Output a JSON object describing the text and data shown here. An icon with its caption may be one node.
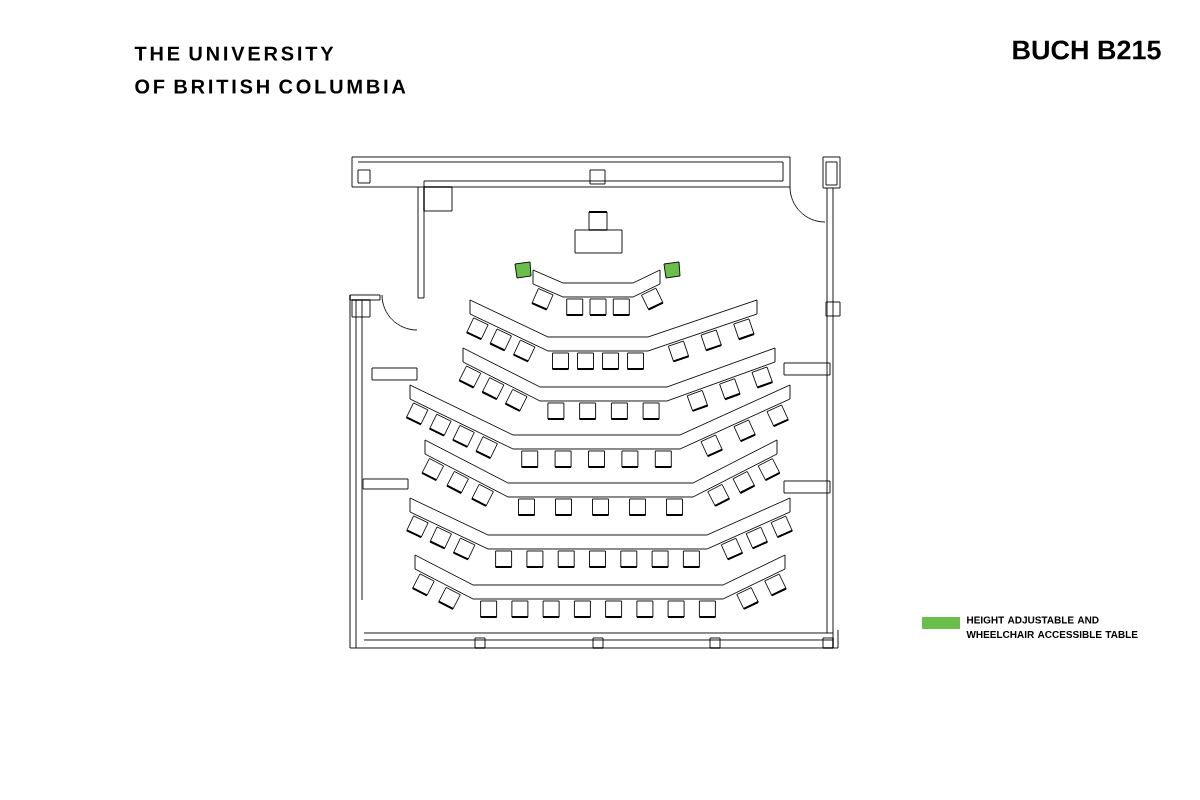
{
  "diagram": {
    "title": "BUCH B215",
    "labels": [
      "THE UNIVERSITY",
      "OF BRITISH COLUMBIA"
    ],
    "legend": [
      {
        "text": "HEIGHT ADJUSTABLE AND WHEELCHAIR ACCESSIBLE TABLE",
        "color": "#6abf4b"
      }
    ]
  }
}
